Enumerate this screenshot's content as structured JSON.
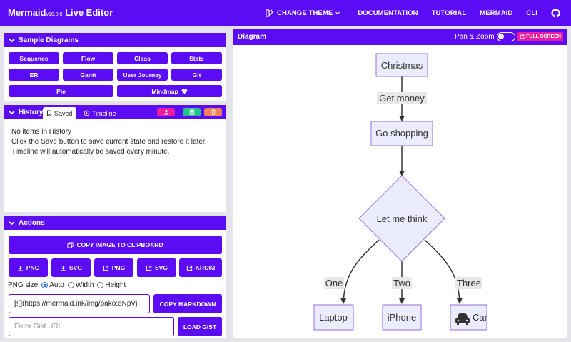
{
  "topbar": {
    "brand": "Mermaid",
    "version": "v10.0.0",
    "brand_suffix": "Live Editor",
    "nav": [
      "CHANGE THEME",
      "DOCUMENTATION",
      "TUTORIAL",
      "MERMAID",
      "CLI"
    ]
  },
  "sample": {
    "title": "Sample Diagrams",
    "buttons": [
      "Sequence",
      "Flow",
      "Class",
      "State",
      "ER",
      "Gantt",
      "User Journey",
      "Git",
      "Pie",
      "Mindmap"
    ]
  },
  "history": {
    "title": "History",
    "tab_saved": "Saved",
    "tab_timeline": "Timeline",
    "lines": [
      "No items in History",
      "Click the Save button to save current state and restore it later.",
      "Timeline will automatically be saved every minute."
    ]
  },
  "actions": {
    "title": "Actions",
    "copy_image": "COPY IMAGE TO CLIPBOARD",
    "png_download": "PNG",
    "svg_download": "SVG",
    "png_link": "PNG",
    "svg_link": "SVG",
    "kroki": "KROKI",
    "png_size_label": "PNG size",
    "size_auto": "Auto",
    "size_width": "Width",
    "size_height": "Height",
    "markdown_value": "[![](https://mermaid.ink/img/pako:eNpVj",
    "copy_markdown": "COPY MARKDOWN",
    "gist_placeholder": "Enter Gist URL",
    "load_gist": "LOAD GIST"
  },
  "diagram": {
    "title": "Diagram",
    "pan_zoom": "Pan & Zoom",
    "pan_zoom_enabled": false,
    "full_screen": "FULL SCREEN",
    "nodes": {
      "christmas": "Christmas",
      "shopping": "Go shopping",
      "think": "Let me think",
      "laptop": "Laptop",
      "iphone": "iPhone",
      "car": "Car"
    },
    "edges": {
      "money": "Get money",
      "one": "One",
      "two": "Two",
      "three": "Three"
    }
  },
  "colors": {
    "brand": "#5b0cf5",
    "pink": "#e91ea0",
    "green": "#22c28a",
    "orange": "#f0805e",
    "node_fill": "#ececff",
    "node_stroke": "#9370db"
  }
}
